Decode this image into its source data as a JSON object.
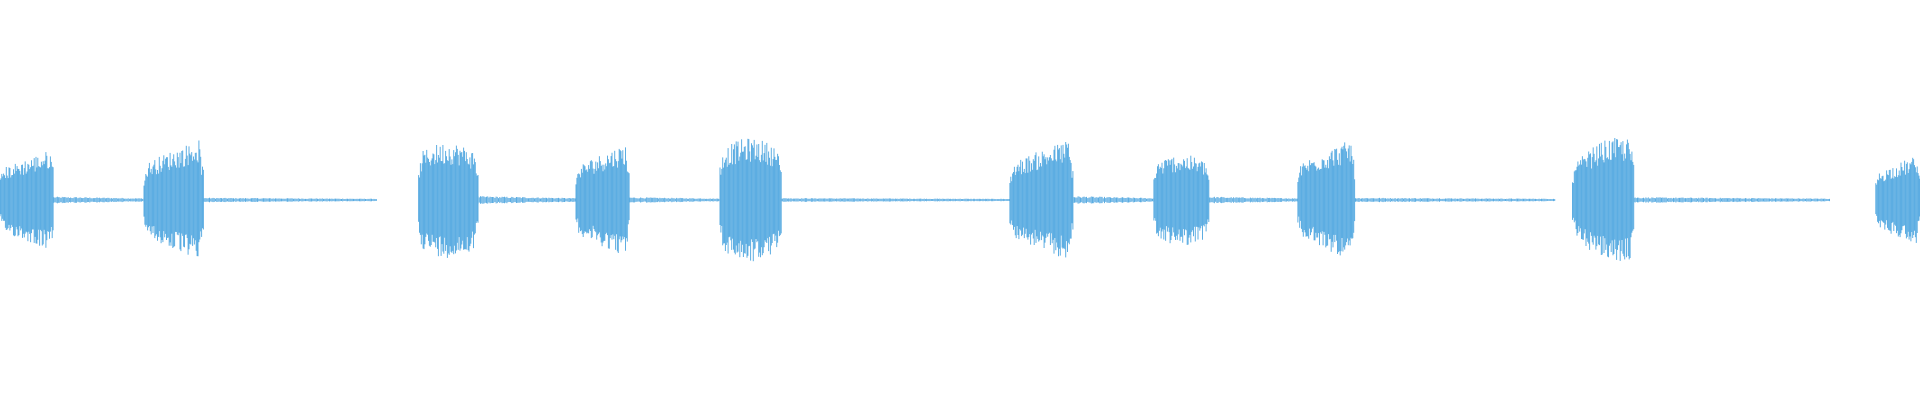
{
  "waveform": {
    "color": "#5dade2",
    "background": "#ffffff",
    "track_fraction_shown": 1.0,
    "bursts": [
      {
        "start": 0.0,
        "end": 0.028,
        "peak": 0.25,
        "shape": "decay-tail"
      },
      {
        "start": 0.075,
        "end": 0.106,
        "peak": 0.3,
        "shape": "rise"
      },
      {
        "start": 0.218,
        "end": 0.249,
        "peak": 0.28,
        "shape": "flat"
      },
      {
        "start": 0.3,
        "end": 0.328,
        "peak": 0.28,
        "shape": "rise"
      },
      {
        "start": 0.375,
        "end": 0.407,
        "peak": 0.3,
        "shape": "flat"
      },
      {
        "start": 0.526,
        "end": 0.559,
        "peak": 0.3,
        "shape": "rise"
      },
      {
        "start": 0.601,
        "end": 0.63,
        "peak": 0.22,
        "shape": "flat"
      },
      {
        "start": 0.676,
        "end": 0.706,
        "peak": 0.3,
        "shape": "rise"
      },
      {
        "start": 0.819,
        "end": 0.851,
        "peak": 0.3,
        "shape": "swell"
      },
      {
        "start": 0.977,
        "end": 1.0,
        "peak": 0.22,
        "shape": "rise"
      }
    ],
    "silent_segments": [
      {
        "start": 0.028,
        "end": 0.075,
        "level": 0.01
      },
      {
        "start": 0.106,
        "end": 0.196,
        "level": 0.006
      },
      {
        "start": 0.249,
        "end": 0.3,
        "level": 0.012
      },
      {
        "start": 0.328,
        "end": 0.375,
        "level": 0.008
      },
      {
        "start": 0.407,
        "end": 0.526,
        "level": 0.005
      },
      {
        "start": 0.559,
        "end": 0.601,
        "level": 0.012
      },
      {
        "start": 0.63,
        "end": 0.676,
        "level": 0.01
      },
      {
        "start": 0.706,
        "end": 0.81,
        "level": 0.006
      },
      {
        "start": 0.851,
        "end": 0.953,
        "level": 0.008
      }
    ]
  }
}
